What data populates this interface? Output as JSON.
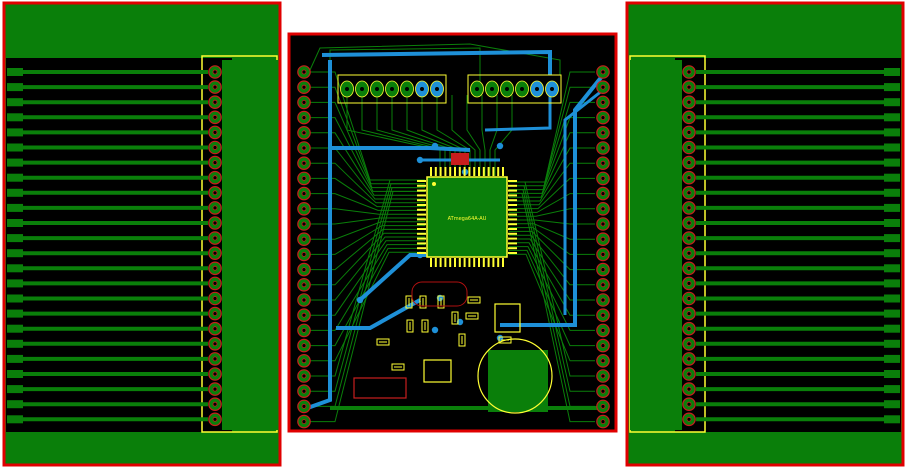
{
  "view": {
    "background": "#ffffff",
    "board_fill": "#000000",
    "outline_color": "#e00000",
    "copper_top": "#0a7f0a",
    "copper_bottom": "#1e90d8",
    "silkscreen": "#ffff33",
    "pad_ring": "#c81e1e"
  },
  "left_connector": {
    "fingers": 24,
    "side": "left"
  },
  "right_connector": {
    "fingers": 24,
    "side": "right"
  },
  "main_board": {
    "chip_label": "ATmega64A-AU",
    "left_header_pins": 24,
    "right_header_pins": 24,
    "top_headers": [
      {
        "pins": 7
      },
      {
        "pins": 6
      }
    ]
  }
}
